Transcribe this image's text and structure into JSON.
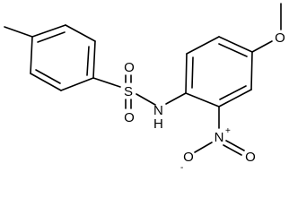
{
  "molecule": {
    "atoms": {
      "sulfur": "S",
      "oxygen_top": "O",
      "oxygen_bottom": "O",
      "nitrogen_amide": "N",
      "hydrogen_amide": "H",
      "nitro_nitrogen": "N",
      "nitro_charge_plus": "+",
      "nitro_oxygen_right": "O",
      "nitro_oxygen_left": "O",
      "nitro_charge_minus": "-",
      "methoxy_oxygen": "O"
    }
  },
  "colors": {
    "bond": "#000000",
    "background": "#ffffff"
  }
}
